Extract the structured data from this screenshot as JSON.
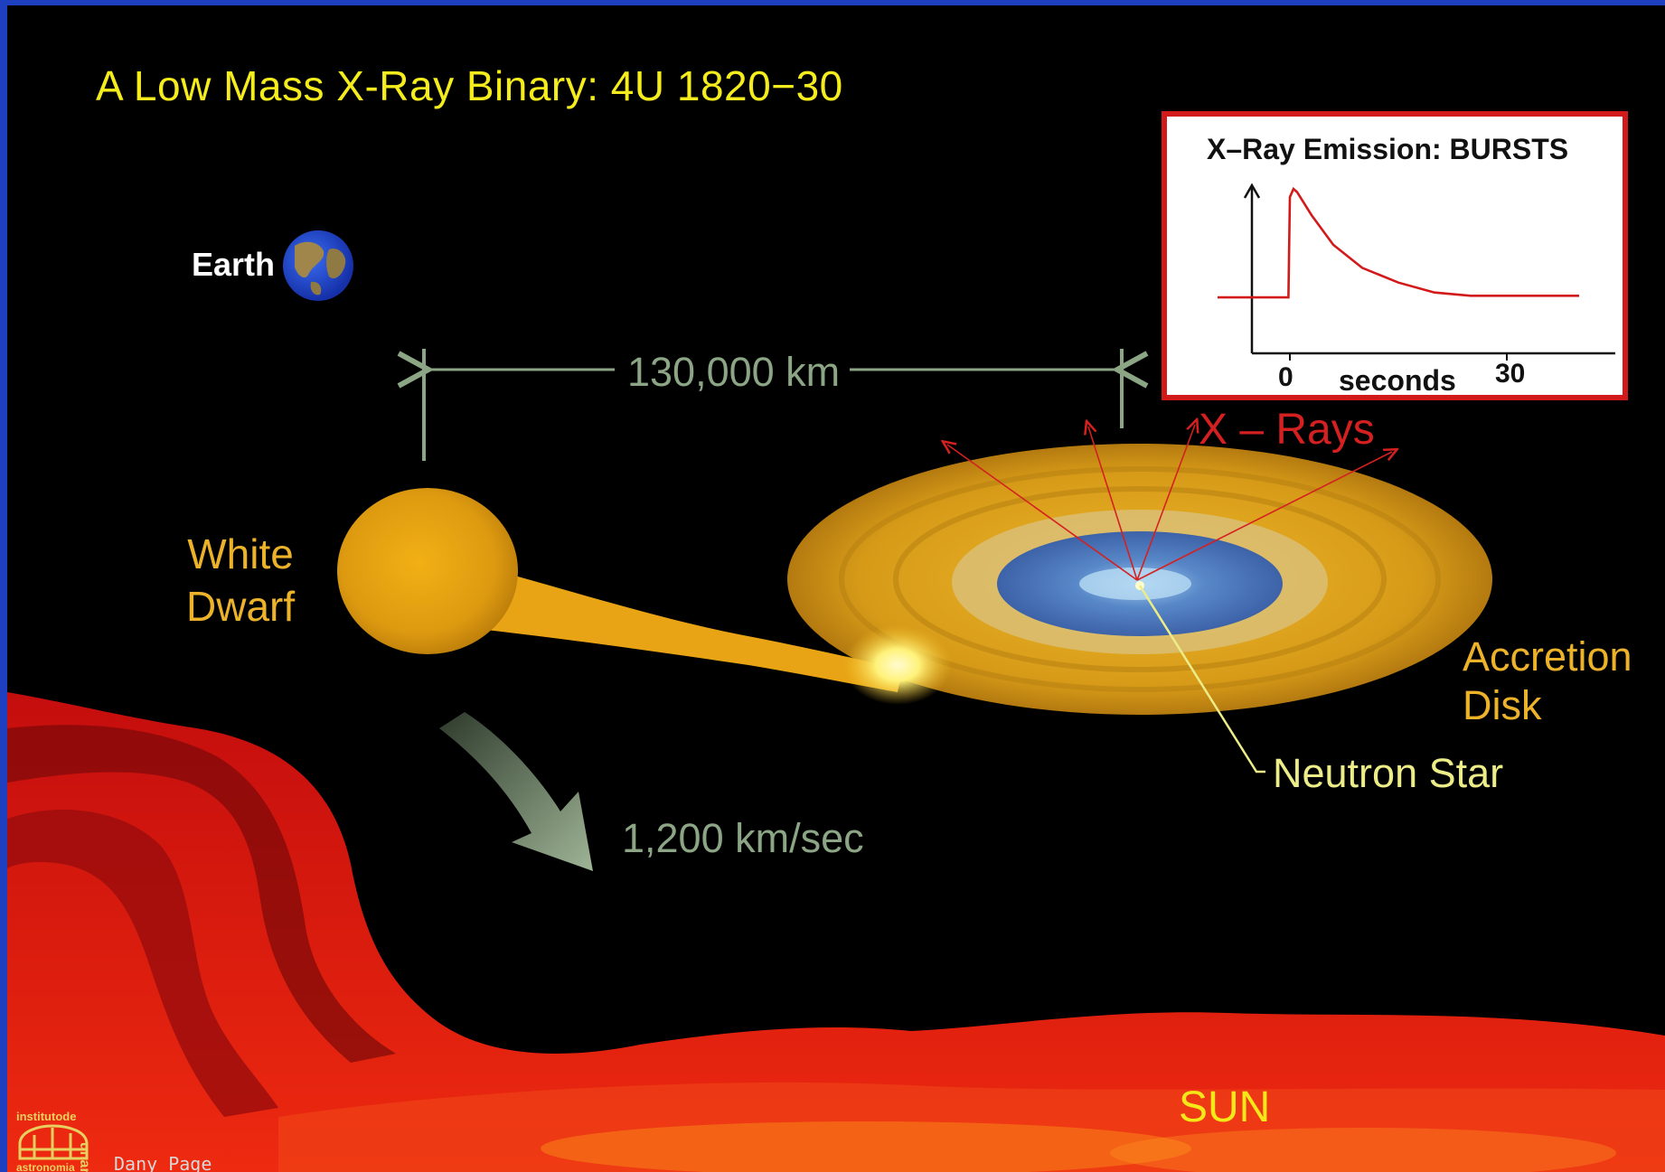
{
  "title": "A Low Mass X-Ray Binary:  4U  1820−30",
  "labels": {
    "earth": "Earth",
    "distance": "130,000 km",
    "white_dwarf_line1": "White",
    "white_dwarf_line2": "Dwarf",
    "xrays": "X – Rays",
    "accretion_line1": "Accretion",
    "accretion_line2": "Disk",
    "neutron_star": "Neutron Star",
    "speed": "1,200  km/sec",
    "sun": "SUN"
  },
  "inset": {
    "title": "X–Ray Emission:  BURSTS",
    "x_label": "seconds",
    "ticks": [
      "0",
      "30"
    ]
  },
  "chart_data": {
    "type": "line",
    "title": "X–Ray Emission:  BURSTS",
    "xlabel": "seconds",
    "ylabel": "",
    "x_ticks": [
      0,
      30
    ],
    "series": [
      {
        "x": [
          -10,
          -0.2,
          0,
          0.5,
          1,
          3,
          6,
          10,
          15,
          20,
          25,
          30,
          35,
          40
        ],
        "values": [
          0.34,
          0.34,
          0.95,
          1.0,
          0.98,
          0.84,
          0.66,
          0.52,
          0.43,
          0.37,
          0.35,
          0.35,
          0.35,
          0.35
        ]
      }
    ],
    "color": "#d21a1a"
  },
  "credit": "Dany Page",
  "logo": {
    "top_text": "institutode",
    "bottom_text": "astronomia",
    "side_text": "unam"
  },
  "colors": {
    "border": "#1e3fbf",
    "title": "#f4ec1c",
    "orange_labels": "#ecb22a",
    "green_labels": "#8ba585",
    "xray_red": "#d42020",
    "sun_label": "#f4e818"
  }
}
